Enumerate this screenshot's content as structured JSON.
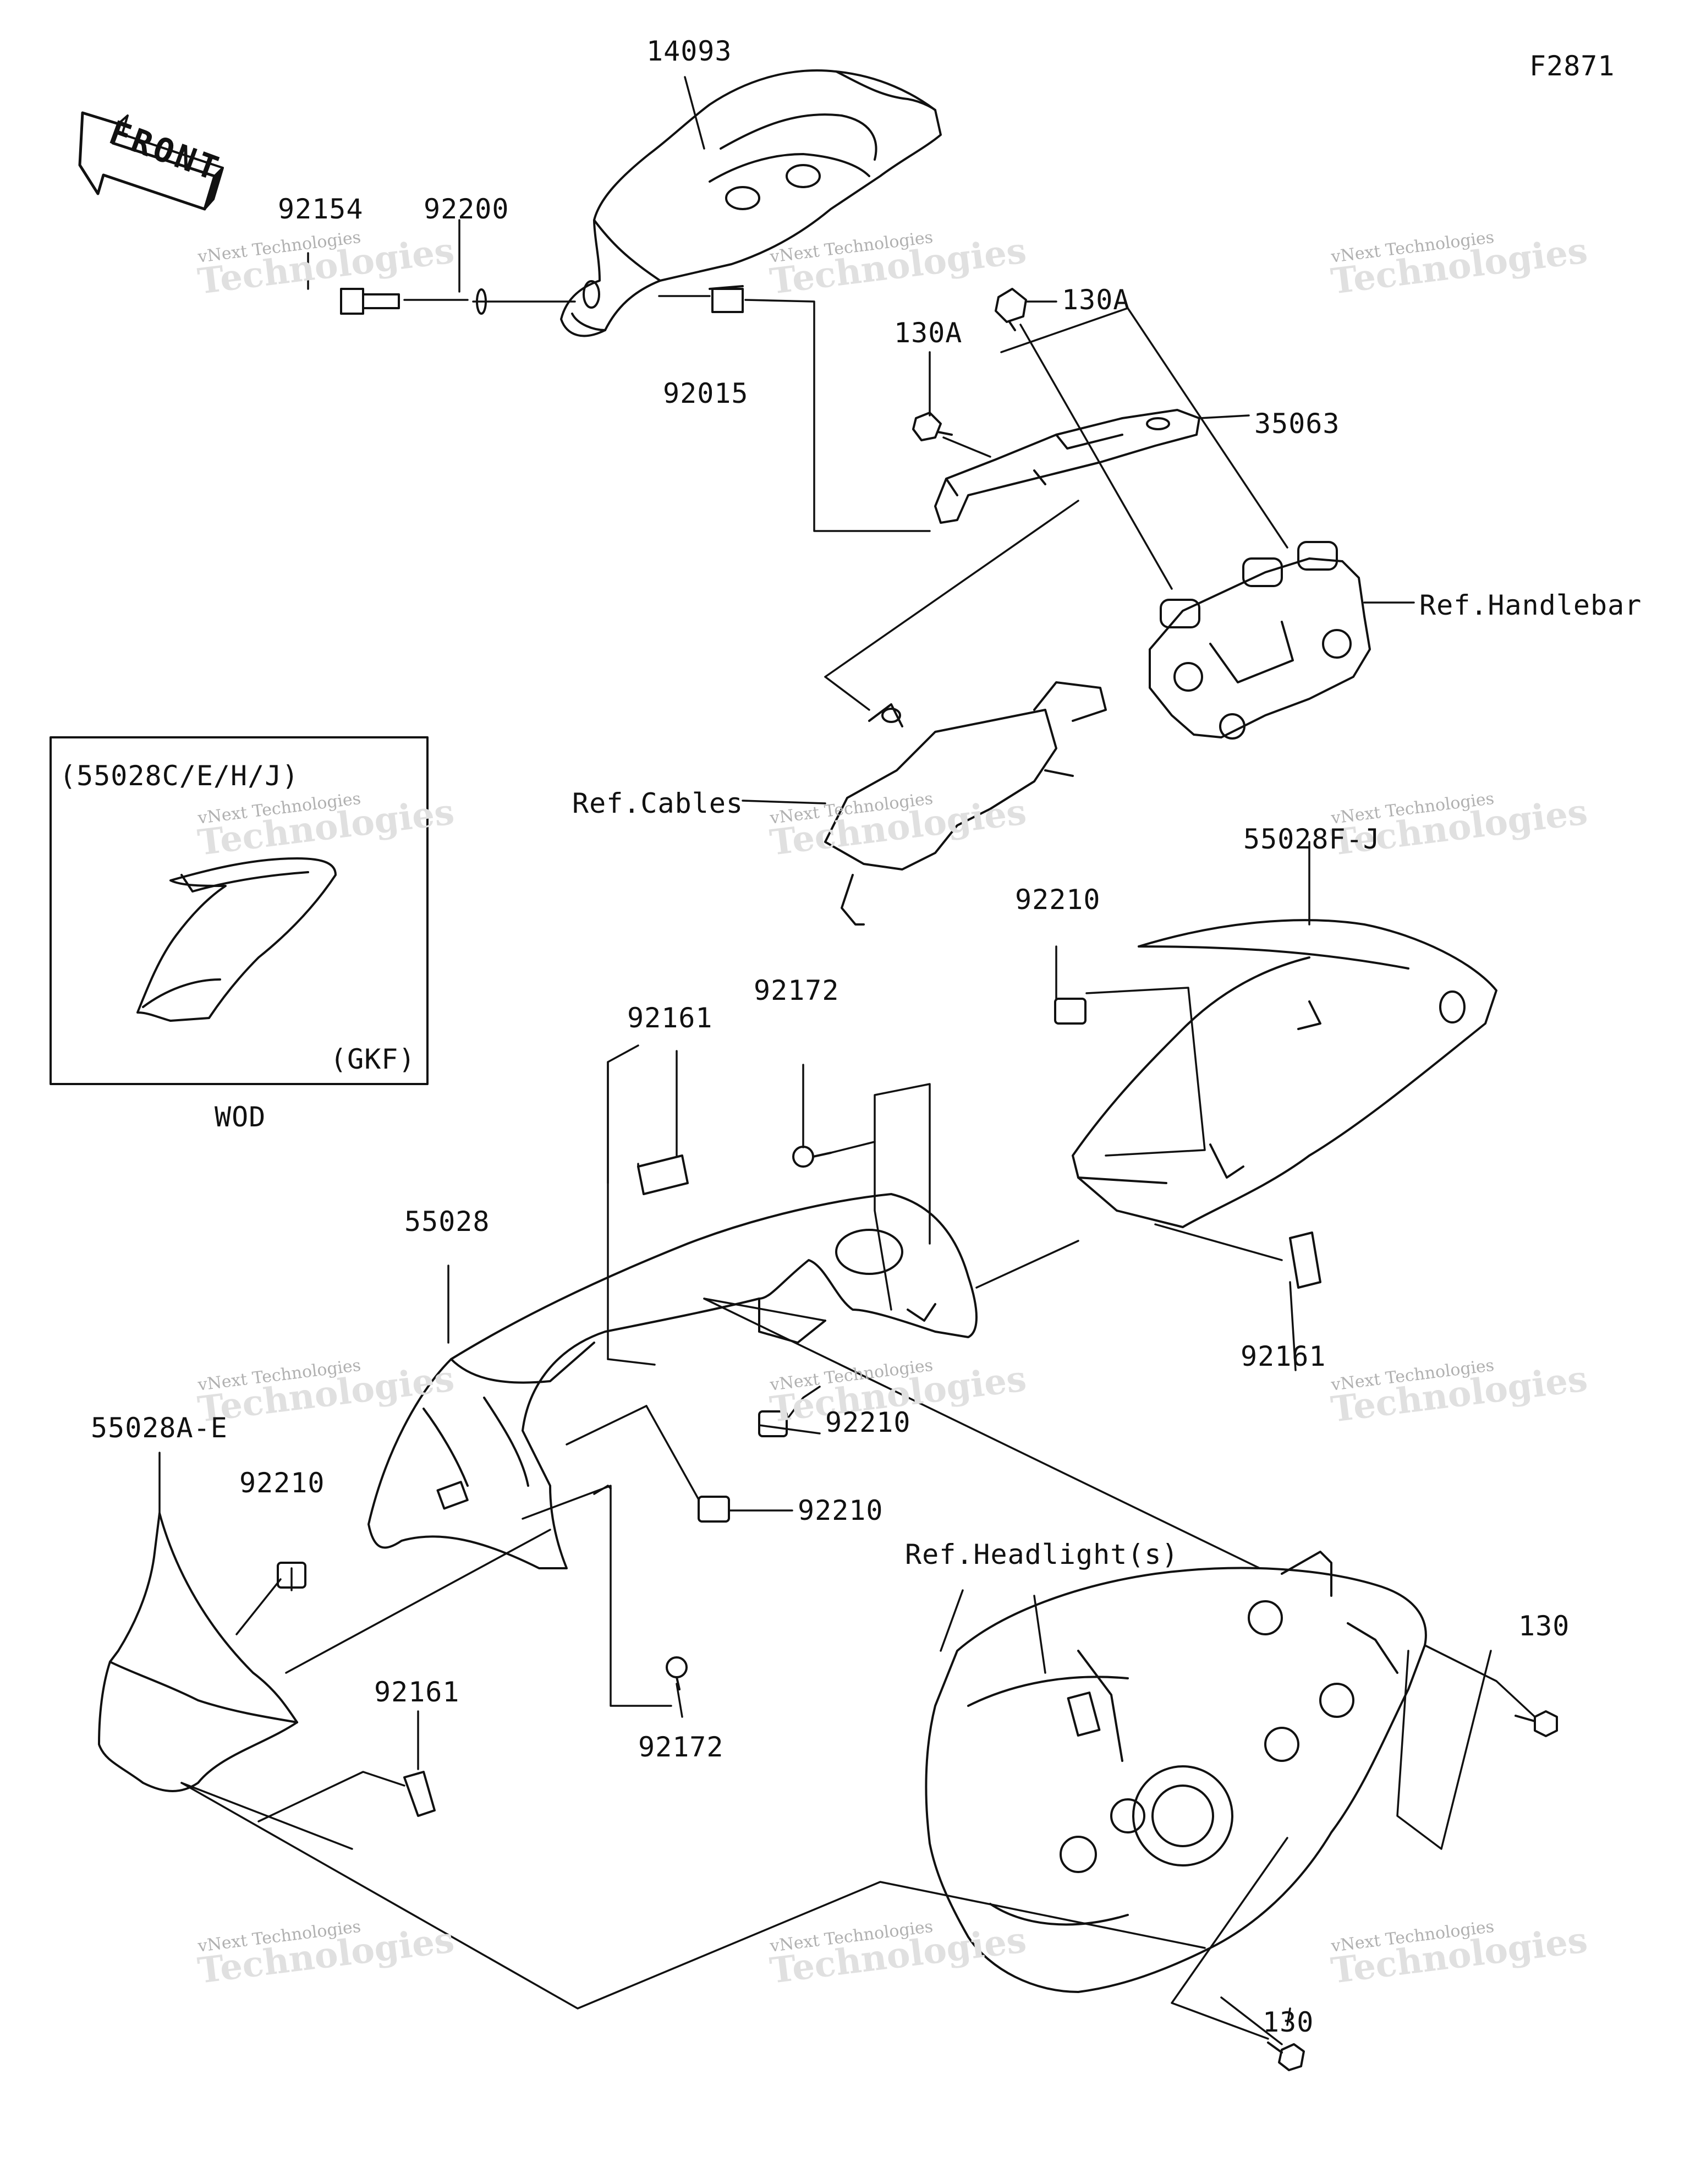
{
  "figure_code": "F2871",
  "front_label": "FRONT",
  "inset": {
    "variants": "(55028C/E/H/J)",
    "color_code": "(GKF)",
    "caption": "WOD"
  },
  "watermark": {
    "company": "vNext Technologies",
    "big": "Technologies"
  },
  "parts": {
    "p14093": "14093",
    "p92154": "92154",
    "p92200": "92200",
    "p92015": "92015",
    "p130A_top": "130A",
    "p130A_left": "130A",
    "p35063": "35063",
    "ref_handlebar": "Ref.Handlebar",
    "ref_cables": "Ref.Cables",
    "p55028FJ": "55028F-J",
    "p92210_a": "92210",
    "p92172_a": "92172",
    "p92161_a": "92161",
    "p55028": "55028",
    "p92161_b": "92161",
    "p92210_b": "92210",
    "p92210_c": "92210",
    "p55028AE": "55028A-E",
    "p92210_d": "92210",
    "ref_headlight": "Ref.Headlight(s)",
    "p130_right": "130",
    "p92161_c": "92161",
    "p92172_b": "92172",
    "p130_bottom": "130"
  }
}
